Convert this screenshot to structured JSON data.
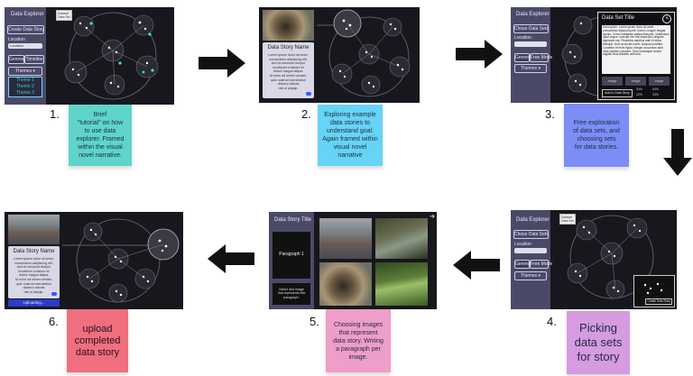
{
  "steps": [
    {
      "number": "1.",
      "note": "Brief\n\"tutorial\" on how\nto use data\nexplorer. Framed\nwithin the visual\nnovel narrative.",
      "note_color": "#5ed5c8"
    },
    {
      "number": "2.",
      "note": "Exploring example\ndata stories to\nunderstand goal.\nAgain framed within\nvisual novel\nnarrative",
      "note_color": "#66d4f6"
    },
    {
      "number": "3.",
      "note": "Free exploration\nof data sets, and\nchoosing sets\nfor data stories.",
      "note_color": "#7c8df5"
    },
    {
      "number": "4.",
      "note": "Picking\ndata sets\nfor story",
      "note_color": "#d69be0"
    },
    {
      "number": "5.",
      "note": "Choosing images\nthat represent\ndata story. Writing\na paragraph per\nimage.",
      "note_color": "#ee9ec8"
    },
    {
      "number": "6.",
      "note": "upload\ncompleted\ndata story",
      "note_color": "#ef6f7f"
    }
  ],
  "panel1": {
    "header": "Data Explorer",
    "create_btn": "Create Data Story",
    "location_label": "Location",
    "location_value": "Location",
    "genres_btn": "Genres",
    "timeline_btn": "Timeline",
    "themes_label": "Themes",
    "theme_items": [
      "Theme 1",
      "Theme 2",
      "Theme 3"
    ],
    "tooltip": "Dataset\nData Set"
  },
  "panel2": {
    "card_title": "Data Story Name",
    "lorem": "Lorem ipsum dolor sit amet,\nconsectetur adipiscing elit,\nsed do eiusmod tempor\nincididunt ut labore et\ndolore magna aliqua.\nUt enim ad minim veniam,\nquis nostrud exercitation\nullamco laboris\nnisi ut aliquip."
  },
  "panel3": {
    "header": "Data Explorer",
    "choose_btn": "Chose Data Sets",
    "location_label": "Location",
    "genres_btn": "Genres",
    "free_btn": "Free Mode",
    "themes_label": "Themes",
    "modal_title": "Data Set Title",
    "modal_desc": "Description: Lorem ipsum dolor sit amet, consectetur adipiscing elit. Donec congue feugiat lacinia. In hac habitasse platea dictumst. Vestibulum diam augue, suscipit nec nisi imperdiet, aliquam dignissim est. Phasellus dapibus ante et tellus tristique. Duis at iaculis lorem. Aliquam porttitor. Curabitur et enim ligula. Integer accumsan ante vitae dapibus posuere. Duis consequat ornare sagittis urna sodales vehicula.",
    "img_labels": [
      "Image",
      "Image",
      "Image"
    ],
    "add_btn": "Add to Data Story",
    "stats": [
      "34%",
      "54%",
      "22%",
      "33%"
    ]
  },
  "panel4": {
    "header": "Data Explorer",
    "choose_btn": "Chose Data Sets",
    "location_label": "Location",
    "genres_btn": "Genres",
    "free_btn": "Free Mode",
    "themes_label": "Themes",
    "tooltip": "Dataset\nData Set",
    "create_btn": "Create Data Story"
  },
  "panel5": {
    "title": "Data Story Title",
    "paragraph": "Paragraph 1",
    "instruction": "Select and image\nthat represents this\nparagraph."
  },
  "panel6": {
    "card_title": "Data Story Name",
    "lorem": "Lorem ipsum dolor sit amet,\nconsectetur adipiscing elit,\nsed do eiusmod tempor\nincididunt ut labore et\ndolore magna aliqua.\nUt enim ad minim veniam,\nquis nostrud exercitation\nullamco laboris\nnisi ut aliquip.",
    "upload": "Uploading..."
  }
}
